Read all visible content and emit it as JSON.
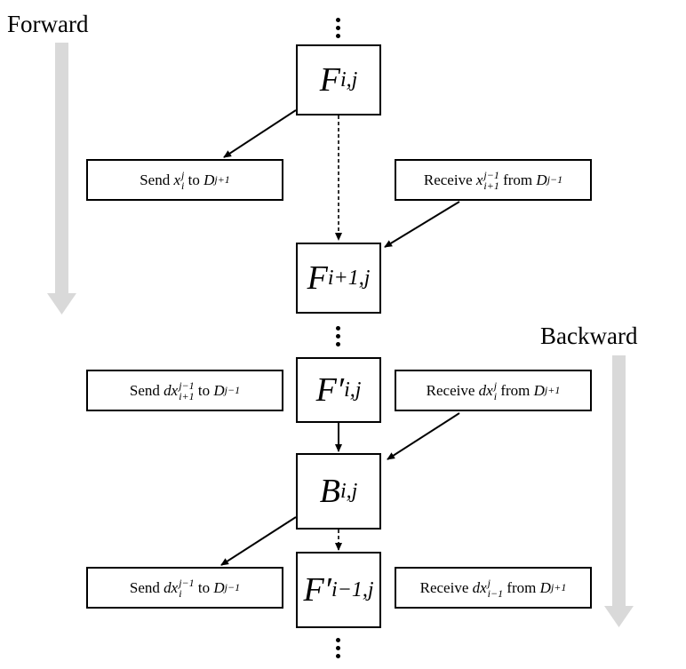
{
  "labels": {
    "forward": "Forward",
    "backward": "Backward"
  },
  "colors": {
    "arrow_gray": "#d9d9d9",
    "line": "#000000"
  },
  "nodes": {
    "f_i_j": {
      "base": "F",
      "sub": "i,j"
    },
    "f_i1_j": {
      "base": "F",
      "sub": "i+1,j"
    },
    "fp_i_j": {
      "base": "F′",
      "sub": "i,j"
    },
    "b_i_j": {
      "base": "B",
      "sub": "i,j"
    },
    "fp_im1_j": {
      "base": "F′",
      "sub": "i−1,j"
    }
  },
  "messages": {
    "send_xij": {
      "verb": "Send ",
      "var": "x",
      "sub": "i",
      "sup": "j",
      "mid": " to ",
      "dev": "D",
      "devsub": "j+1"
    },
    "recv_xi1": {
      "verb": "Receive ",
      "var": "x",
      "sub": "i+1",
      "sup": "j−1",
      "mid": " from ",
      "dev": "D",
      "devsub": "j−1"
    },
    "send_dxi1": {
      "verb": "Send ",
      "var": "dx",
      "sub": "i+1",
      "sup": "j−1",
      "mid": " to ",
      "dev": "D",
      "devsub": "j−1"
    },
    "recv_dxi": {
      "verb": "Receive ",
      "var": "dx",
      "sub": "i",
      "sup": "j",
      "mid": " from ",
      "dev": "D",
      "devsub": "j+1"
    },
    "send_dxi_b": {
      "verb": "Send ",
      "var": "dx",
      "sub": "i",
      "sup": "j−1",
      "mid": " to ",
      "dev": "D",
      "devsub": "j−1"
    },
    "recv_dxim1": {
      "verb": "Receive ",
      "var": "dx",
      "sub": "i−1",
      "sup": "j",
      "mid": " from ",
      "dev": "D",
      "devsub": "j+1"
    }
  }
}
